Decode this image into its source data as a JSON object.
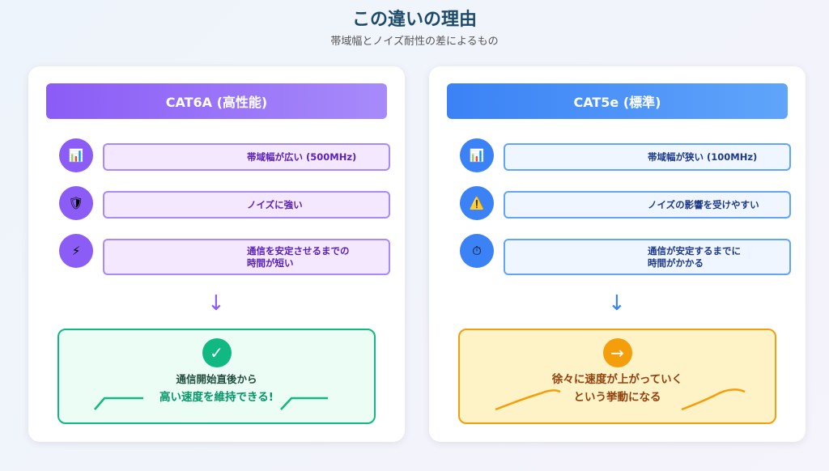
{
  "title": "この違いの理由",
  "subtitle": "帯域幅とノイズ耐性の差によるもの",
  "left": {
    "header": "CAT6A (高性能)",
    "items": [
      {
        "icon": "bar-chart-icon",
        "glyph": "📊",
        "text": "帯域幅が広い (500MHz)"
      },
      {
        "icon": "shield-icon",
        "glyph": "🛡",
        "text": "ノイズに強い"
      },
      {
        "icon": "lightning-icon",
        "glyph": "⚡",
        "line1": "通信を安定させるまでの",
        "line2": "時間が短い"
      }
    ],
    "arrow": "↓",
    "result": {
      "badge": "✓",
      "line1": "通信開始直後から",
      "line2": "高い速度を維持できる!"
    }
  },
  "right": {
    "header": "CAT5e (標準)",
    "items": [
      {
        "icon": "bar-chart-icon",
        "glyph": "📊",
        "text": "帯域幅が狭い (100MHz)"
      },
      {
        "icon": "warning-icon",
        "glyph": "⚠️",
        "text": "ノイズの影響を受けやすい"
      },
      {
        "icon": "stopwatch-icon",
        "glyph": "⏱",
        "line1": "通信が安定するまでに",
        "line2": "時間がかかる"
      }
    ],
    "arrow": "↓",
    "result": {
      "badge": "→",
      "line1": "徐々に速度が上がっていく",
      "line2": "という挙動になる"
    }
  },
  "colors": {
    "purple": "#8b5cf6",
    "blue": "#3b82f6",
    "green": "#10b981",
    "orange": "#f59e0b"
  }
}
